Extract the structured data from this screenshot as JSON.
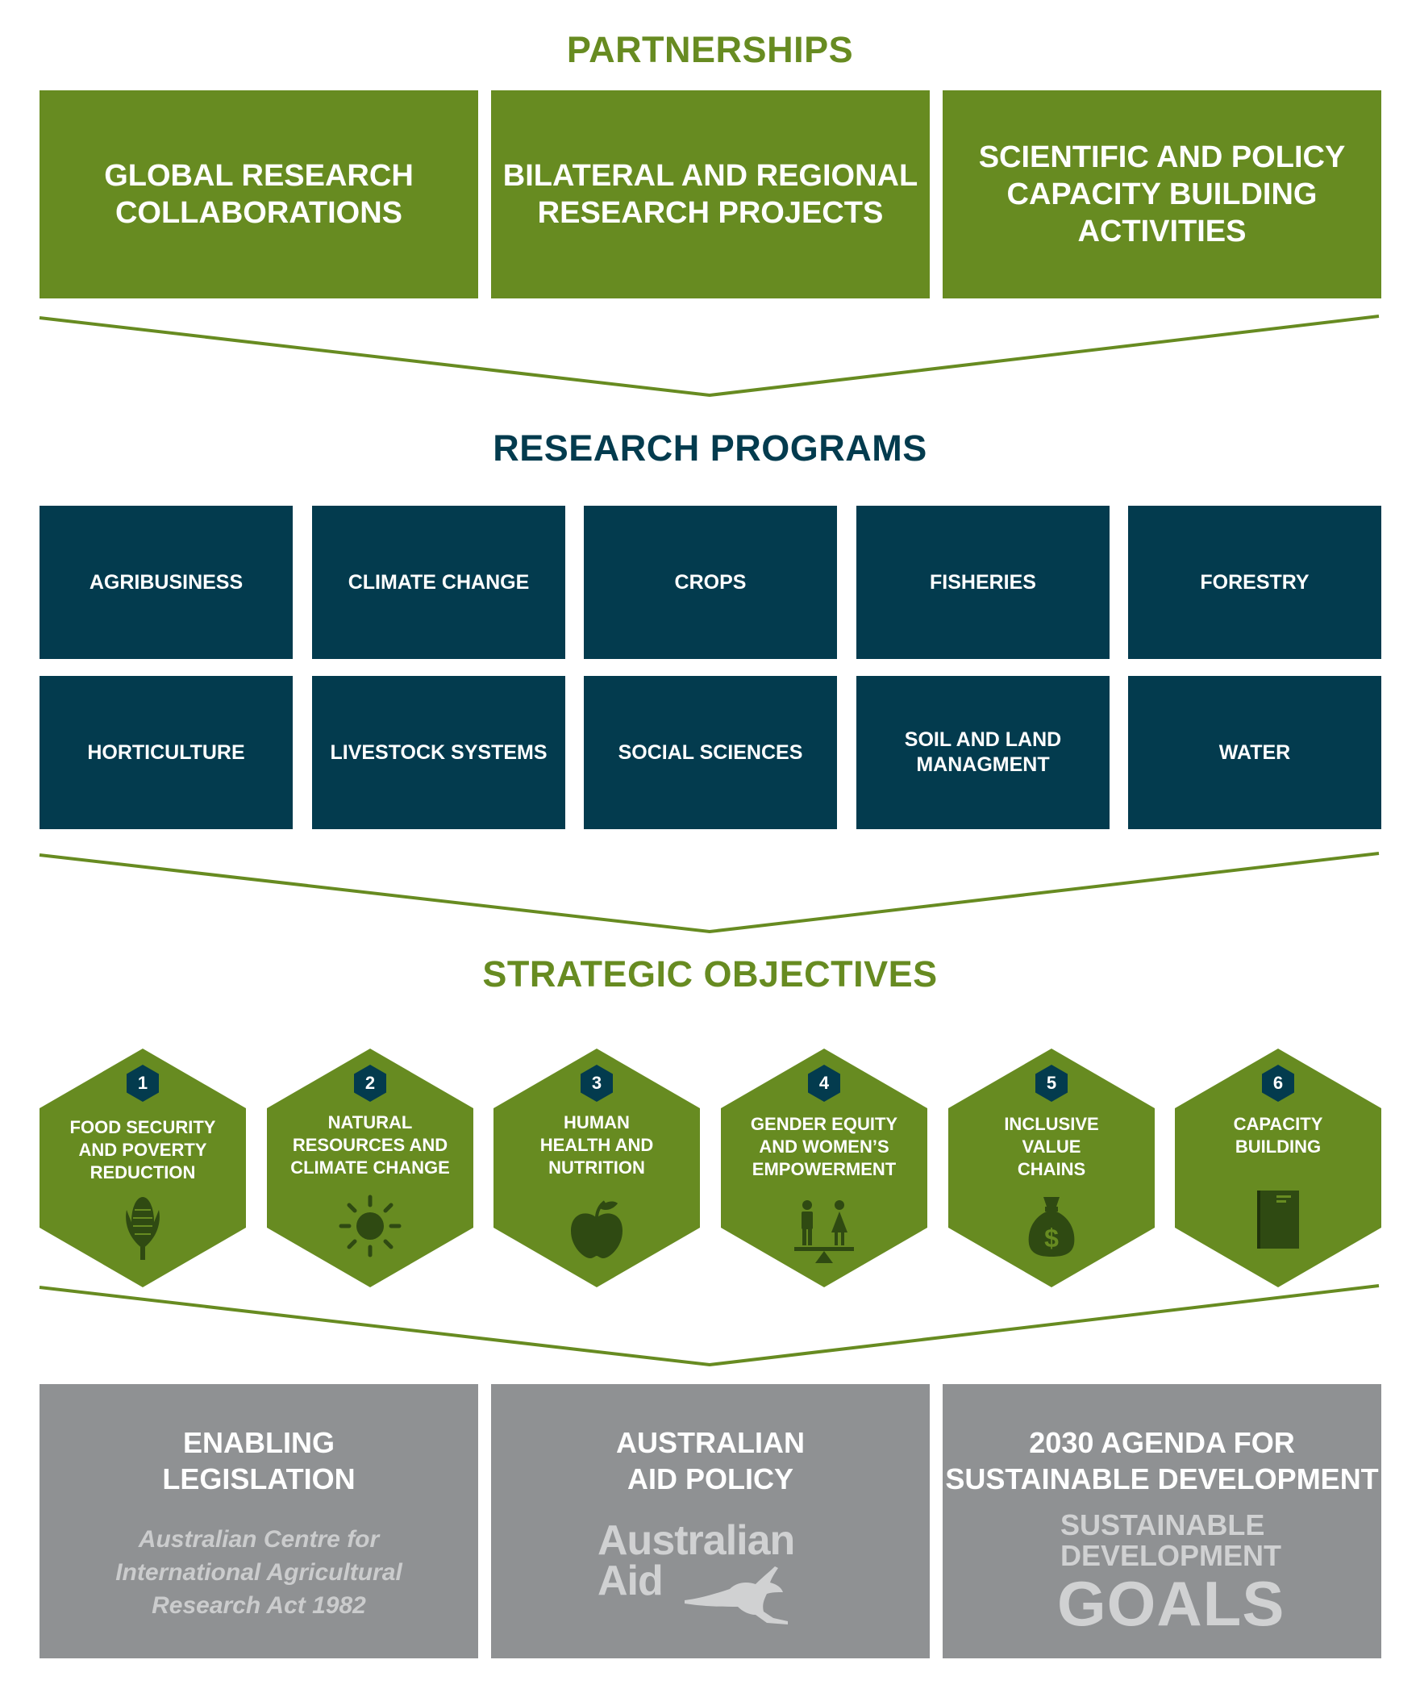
{
  "partnerships": {
    "title": "PARTNERSHIPS",
    "items": [
      {
        "line1": "GLOBAL RESEARCH",
        "line2": "COLLABORATIONS"
      },
      {
        "line1": "BILATERAL AND REGIONAL",
        "line2": "RESEARCH PROJECTS"
      },
      {
        "line1": "SCIENTIFIC AND POLICY",
        "line2": "CAPACITY BUILDING ACTIVITIES"
      }
    ]
  },
  "research_programs": {
    "title": "RESEARCH PROGRAMS",
    "items": [
      {
        "line1": "AGRIBUSINESS",
        "line2": ""
      },
      {
        "line1": "CLIMATE CHANGE",
        "line2": ""
      },
      {
        "line1": "CROPS",
        "line2": ""
      },
      {
        "line1": "FISHERIES",
        "line2": ""
      },
      {
        "line1": "FORESTRY",
        "line2": ""
      },
      {
        "line1": "HORTICULTURE",
        "line2": ""
      },
      {
        "line1": "LIVESTOCK SYSTEMS",
        "line2": ""
      },
      {
        "line1": "SOCIAL SCIENCES",
        "line2": ""
      },
      {
        "line1": "SOIL AND LAND",
        "line2": "MANAGMENT"
      },
      {
        "line1": "WATER",
        "line2": ""
      }
    ]
  },
  "strategic_objectives": {
    "title": "STRATEGIC OBJECTIVES",
    "items": [
      {
        "number": "1",
        "line1": "FOOD SECURITY",
        "line2": "AND POVERTY",
        "line3": "REDUCTION",
        "icon": "corn-icon"
      },
      {
        "number": "2",
        "line1": "NATURAL",
        "line2": "RESOURCES AND",
        "line3": "CLIMATE CHANGE",
        "icon": "sun-icon"
      },
      {
        "number": "3",
        "line1": "HUMAN",
        "line2": "HEALTH AND",
        "line3": "NUTRITION",
        "icon": "apple-icon"
      },
      {
        "number": "4",
        "line1": "GENDER EQUITY",
        "line2": "AND WOMEN’S",
        "line3": "EMPOWERMENT",
        "icon": "gender-balance-icon"
      },
      {
        "number": "5",
        "line1": "INCLUSIVE",
        "line2": "VALUE",
        "line3": "CHAINS",
        "icon": "money-bag-icon"
      },
      {
        "number": "6",
        "line1": "CAPACITY",
        "line2": "BUILDING",
        "line3": "",
        "icon": "notebook-icon"
      }
    ]
  },
  "foundations": {
    "items": [
      {
        "line1": "ENABLING",
        "line2": "LEGISLATION",
        "sub1": "Australian Centre for",
        "sub2": "International Agricultural",
        "sub3": "Research Act 1982"
      },
      {
        "line1": "AUSTRALIAN",
        "line2": "AID POLICY",
        "logo_line1": "Australian",
        "logo_line2": "Aid",
        "icon": "kangaroo-icon"
      },
      {
        "line1": "2030 AGENDA FOR",
        "line2": "SUSTAINABLE DEVELOPMENT",
        "logo_line1": "SUSTAINABLE",
        "logo_line2": "DEVELOPMENT",
        "logo_line3": "GOALS"
      }
    ]
  },
  "colors": {
    "green": "#678b21",
    "navy": "#033b4e",
    "grey": "#8f9193",
    "hex_icon": "#2f4a12"
  }
}
